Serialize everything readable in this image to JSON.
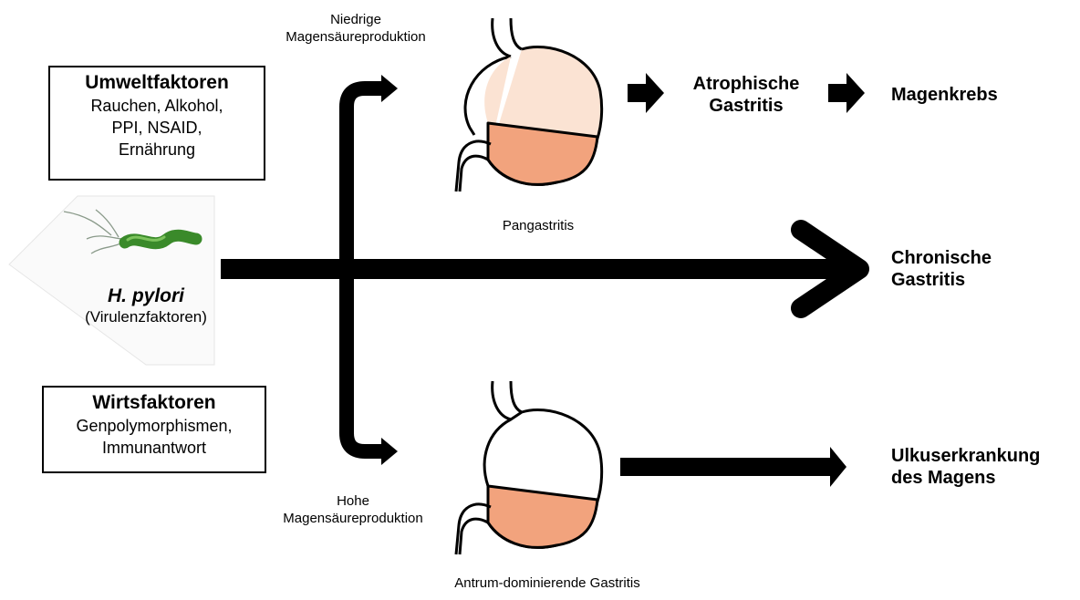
{
  "environment_box": {
    "title": "Umweltfaktoren",
    "lines": [
      "Rauchen, Alkohol,",
      "PPI, NSAID,",
      "Ernährung"
    ]
  },
  "host_box": {
    "title": "Wirtsfaktoren",
    "lines": [
      "Genpolymorphismen,",
      "Immunantwort"
    ]
  },
  "pathogen": {
    "name": "H. pylori",
    "subtitle": "(Virulenzfaktoren)"
  },
  "upper_branch": {
    "acid_label_line1": "Niedrige",
    "acid_label_line2": "Magensäureproduktion",
    "stomach_caption": "Pangastritis",
    "outcome1_line1": "Atrophische",
    "outcome1_line2": "Gastritis",
    "outcome2": "Magenkrebs"
  },
  "middle_outcome": {
    "line1": "Chronische",
    "line2": "Gastritis"
  },
  "lower_branch": {
    "acid_label_line1": "Hohe",
    "acid_label_line2": "Magensäureproduktion",
    "stomach_caption": "Antrum-dominierende Gastritis",
    "outcome_line1": "Ulkuserkrankung",
    "outcome_line2": "des Magens"
  },
  "colors": {
    "stomach_upper_fill": "#fbe3d3",
    "stomach_lower_fill": "#f2a37d",
    "bacterium": "#3a8a2a",
    "arrow": "#000000"
  }
}
